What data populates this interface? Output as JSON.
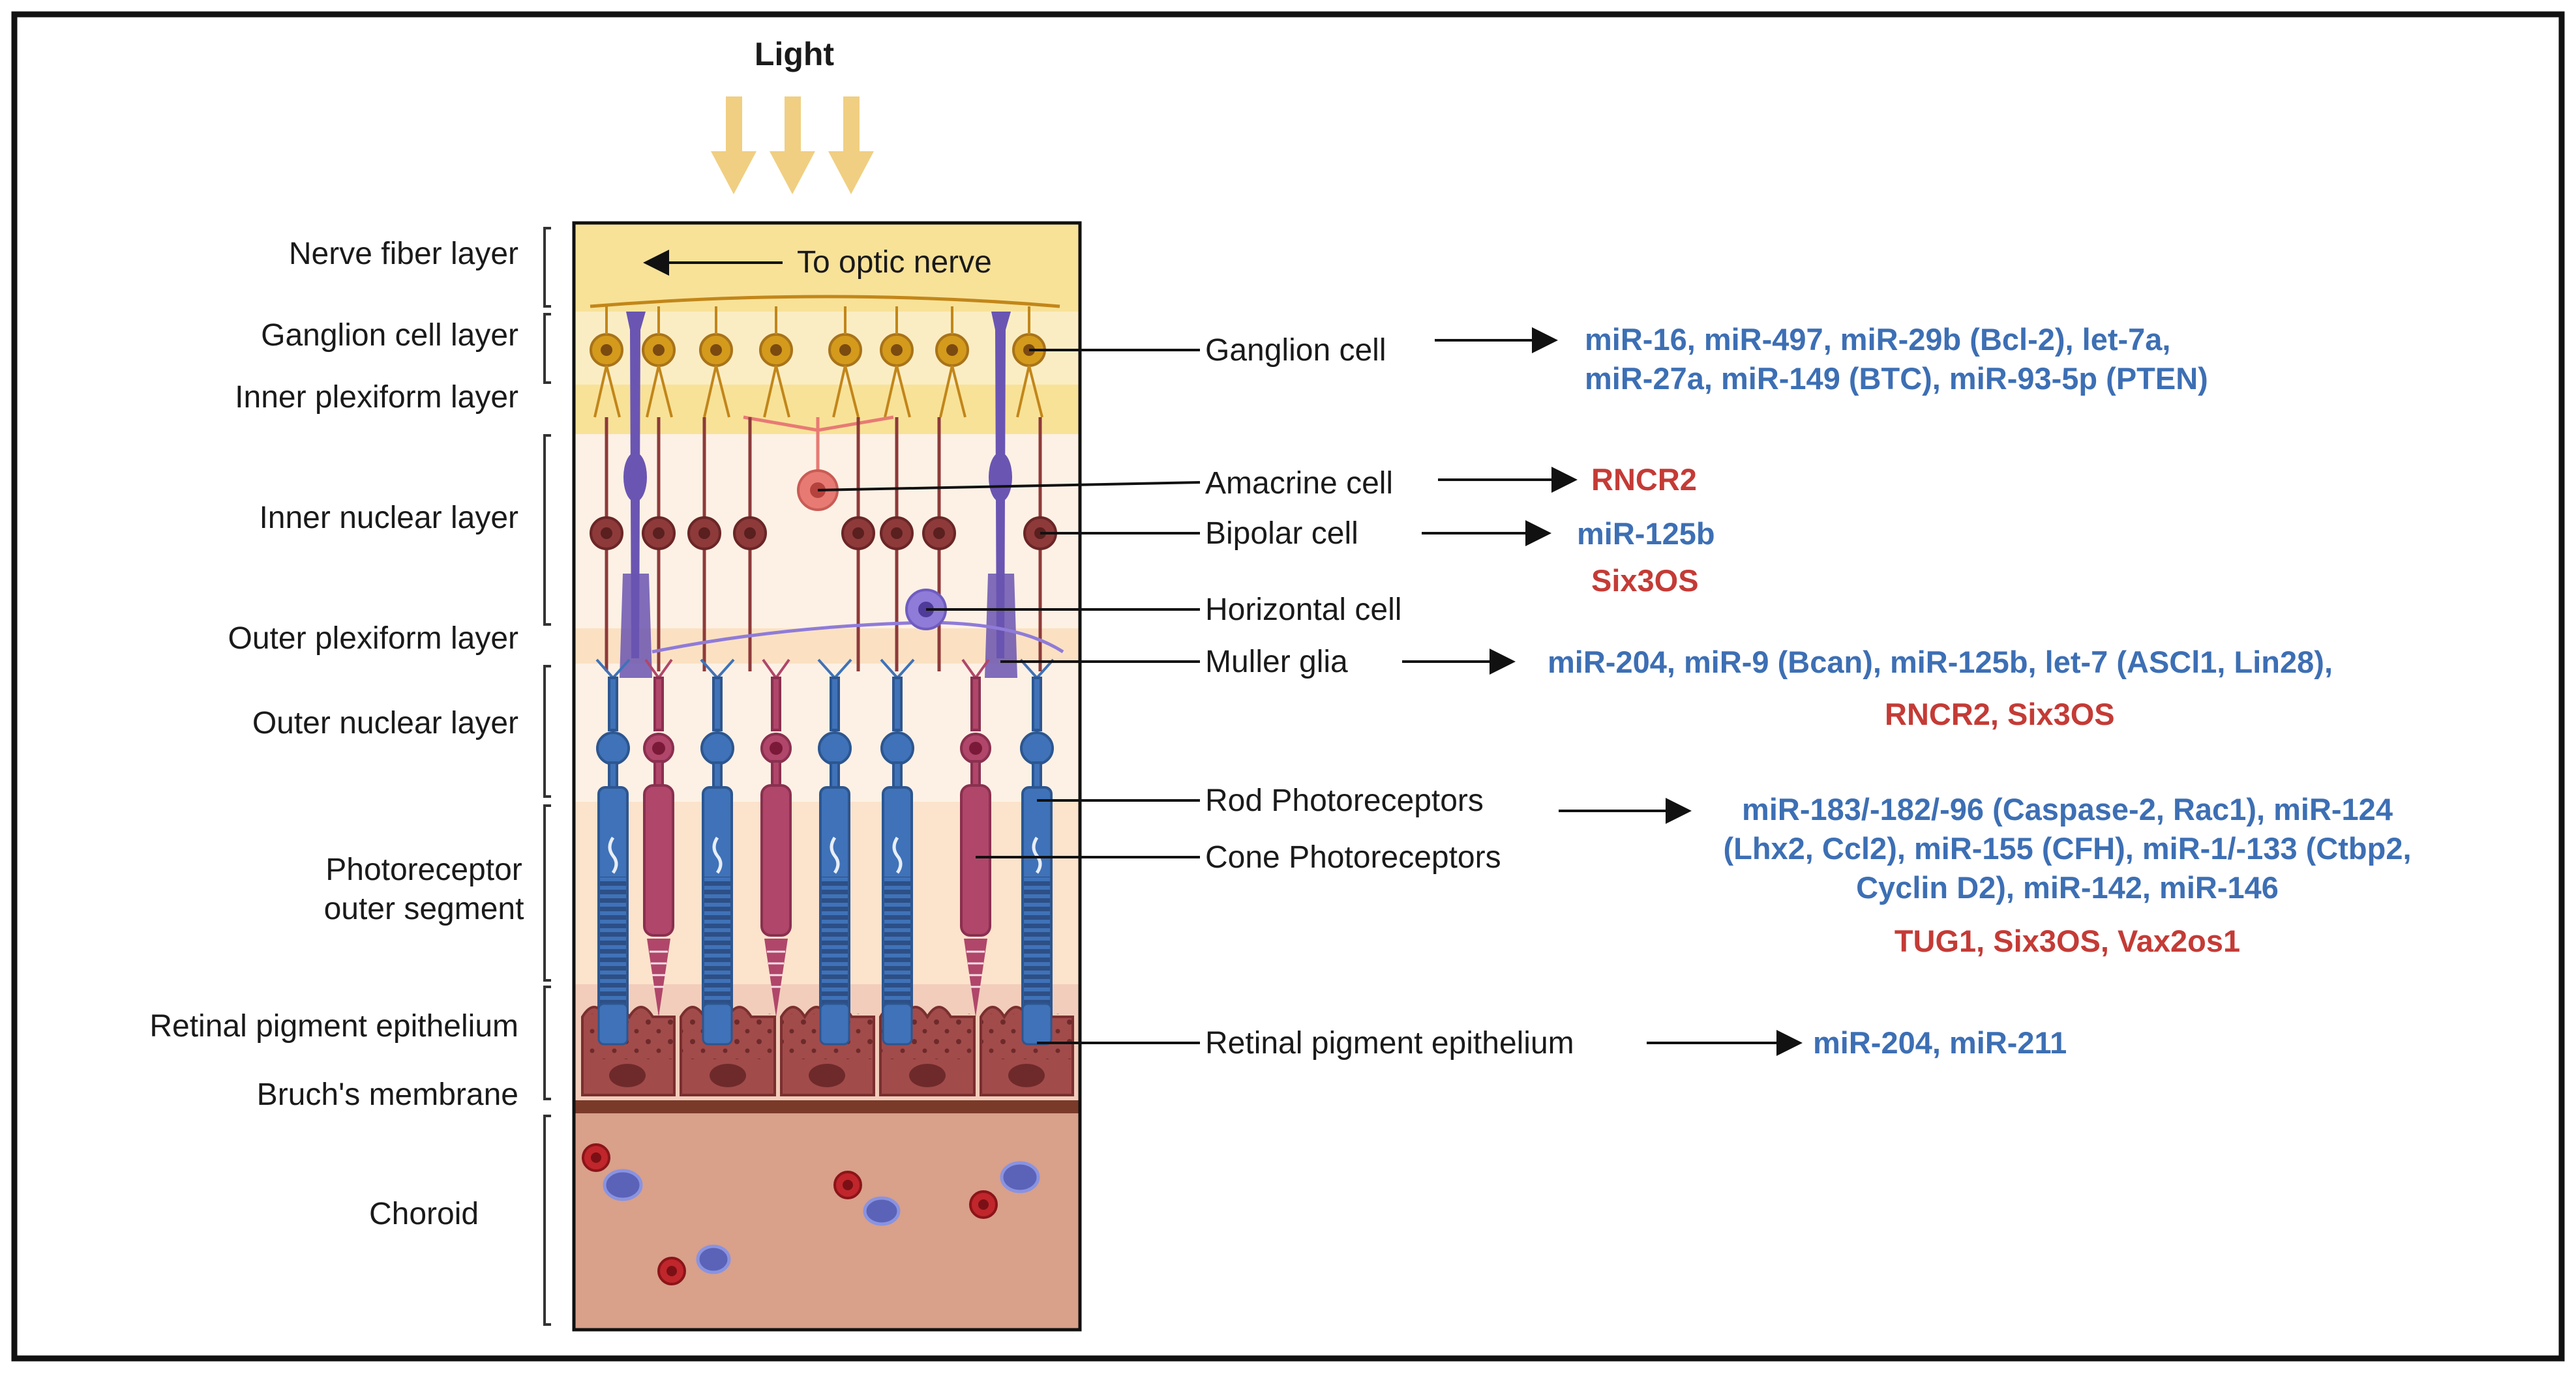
{
  "title": "Light",
  "nerve_label": "To optic nerve",
  "layers": [
    "Nerve fiber layer",
    "Ganglion cell layer",
    "Inner plexiform layer",
    "Inner nuclear layer",
    "Outer plexiform layer",
    "Outer nuclear layer",
    "Photoreceptor",
    "outer segment",
    "Retinal pigment epithelium",
    "Bruch's membrane",
    "Choroid"
  ],
  "cells": {
    "ganglion": "Ganglion cell",
    "amacrine": "Amacrine cell",
    "bipolar": "Bipolar cell",
    "horizontal": "Horizontal cell",
    "muller": "Muller glia",
    "rod": "Rod Photoreceptors",
    "cone": "Cone Photoreceptors",
    "rpe": "Retinal pigment epithelium"
  },
  "regulators": {
    "ganglion": [
      "miR-16, miR-497, miR-29b (Bcl-2), let-7a,",
      "miR-27a, miR-149 (BTC), miR-93-5p (PTEN)"
    ],
    "amacrine": "RNCR2",
    "bipolar_mirna": "miR-125b",
    "bipolar_lncrna": "Six3OS",
    "muller_mirna": "miR-204, miR-9 (Bcan), miR-125b, let-7 (ASCl1, Lin28),",
    "muller_lncrna": "RNCR2, Six3OS",
    "photoreceptor_mirna": [
      "miR-183/-182/-96 (Caspase-2, Rac1), miR-124",
      "(Lhx2, Ccl2), miR-155 (CFH), miR-1/-133 (Ctbp2,",
      "Cyclin D2), miR-142, miR-146"
    ],
    "photoreceptor_lncrna": "TUG1, Six3OS, Vax2os1",
    "rpe_mirna": "miR-204, miR-211"
  },
  "colors": {
    "mirna": "#3d6fb4",
    "lncrna": "#c43b36",
    "ganglion": "#d49a1c",
    "bipolar": "#8e3a3a",
    "amacrine": "#e87a74",
    "horizontal": "#8f7bd8",
    "muller": "#6a55b2",
    "rod": "#3f72b8",
    "cone": "#b0466a",
    "rpe": "#a24b4b",
    "choroid": "#d9a08a",
    "light_arrow": "#f0cf82"
  }
}
